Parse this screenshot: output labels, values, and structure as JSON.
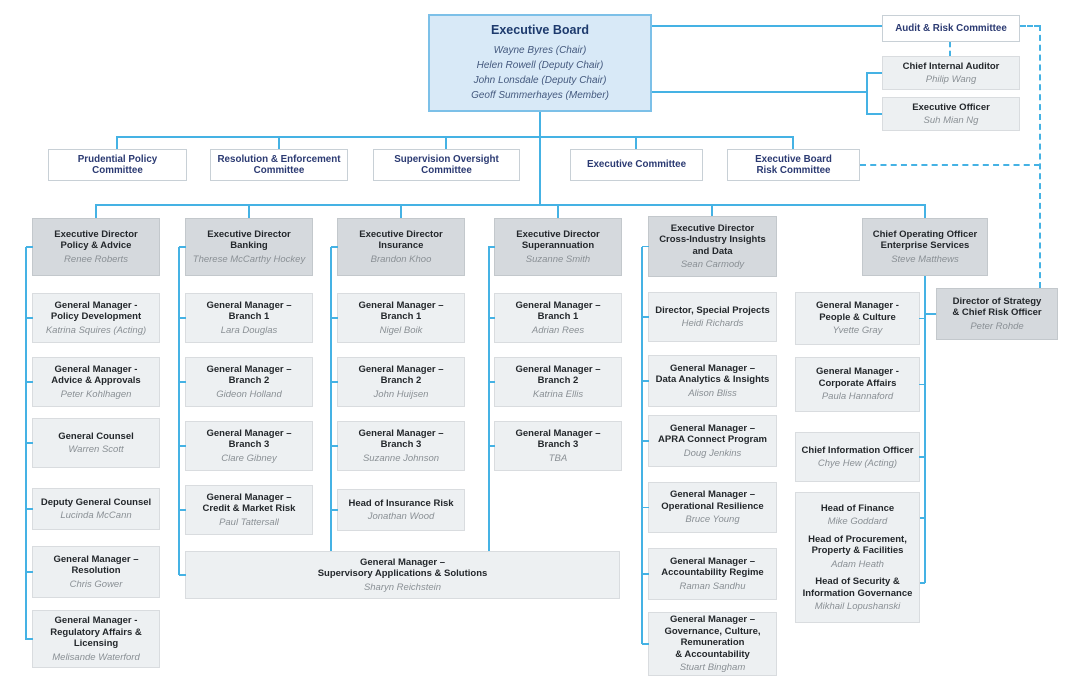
{
  "colors": {
    "line_blue": "#45b2e4",
    "board_bg": "#d8e9f7",
    "board_border": "#7cc0e8",
    "committee_text": "#2b3a72",
    "director_bg": "#d5d9dd",
    "node_bg": "#edf0f2",
    "title_text": "#23272b",
    "name_text": "#8a9095"
  },
  "board": {
    "title": "Executive Board",
    "members": "Wayne Byres (Chair)\nHelen Rowell (Deputy Chair)\nJohn Lonsdale (Deputy Chair)\nGeoff Summerhayes (Member)"
  },
  "audit": {
    "committee": "Audit & Risk Committee",
    "staff": [
      {
        "title": "Chief Internal Auditor",
        "name": "Philip Wang"
      },
      {
        "title": "Executive Officer",
        "name": "Suh Mian Ng"
      }
    ]
  },
  "committees": [
    {
      "label": "Prudential Policy\nCommittee"
    },
    {
      "label": "Resolution & Enforcement\nCommittee"
    },
    {
      "label": "Supervision Oversight\nCommittee"
    },
    {
      "label": "Executive Committee"
    },
    {
      "label": "Executive Board\nRisk Committee"
    }
  ],
  "columns": [
    {
      "director": {
        "title": "Executive Director\nPolicy & Advice",
        "name": "Renee Roberts"
      },
      "reports": [
        {
          "title": "General Manager -\nPolicy Development",
          "name": "Katrina Squires (Acting)"
        },
        {
          "title": "General Manager -\nAdvice & Approvals",
          "name": "Peter Kohlhagen"
        },
        {
          "title": "General Counsel",
          "name": "Warren Scott"
        },
        {
          "title": "Deputy General Counsel",
          "name": "Lucinda McCann"
        },
        {
          "title": "General Manager –\nResolution",
          "name": "Chris Gower"
        },
        {
          "title": "General Manager -\nRegulatory Affairs &\nLicensing",
          "name": "Melisande Waterford"
        }
      ]
    },
    {
      "director": {
        "title": "Executive Director\nBanking",
        "name": "Therese McCarthy Hockey"
      },
      "reports": [
        {
          "title": "General Manager –\nBranch 1",
          "name": "Lara Douglas"
        },
        {
          "title": "General Manager –\nBranch 2",
          "name": "Gideon Holland"
        },
        {
          "title": "General Manager –\nBranch 3",
          "name": "Clare Gibney"
        },
        {
          "title": "General Manager –\nCredit & Market Risk",
          "name": "Paul Tattersall"
        }
      ]
    },
    {
      "director": {
        "title": "Executive Director\nInsurance",
        "name": "Brandon Khoo"
      },
      "reports": [
        {
          "title": "General Manager –\nBranch 1",
          "name": "Nigel Boik"
        },
        {
          "title": "General Manager –\nBranch 2",
          "name": "John Huijsen"
        },
        {
          "title": "General Manager –\nBranch 3",
          "name": "Suzanne Johnson"
        },
        {
          "title": "Head of Insurance Risk",
          "name": "Jonathan Wood"
        }
      ]
    },
    {
      "director": {
        "title": "Executive Director\nSuperannuation",
        "name": "Suzanne Smith"
      },
      "reports": [
        {
          "title": "General Manager –\nBranch 1",
          "name": "Adrian Rees"
        },
        {
          "title": "General Manager –\nBranch 2",
          "name": "Katrina Ellis"
        },
        {
          "title": "General Manager –\nBranch 3",
          "name": "TBA"
        }
      ]
    },
    {
      "director": {
        "title": "Executive Director\nCross-Industry Insights\nand Data",
        "name": "Sean Carmody"
      },
      "reports": [
        {
          "title": "Director, Special Projects",
          "name": "Heidi Richards"
        },
        {
          "title": "General Manager –\nData Analytics & Insights",
          "name": "Alison Bliss"
        },
        {
          "title": "General Manager –\nAPRA Connect Program",
          "name": "Doug Jenkins"
        },
        {
          "title": "General Manager –\nOperational Resilience",
          "name": "Bruce Young"
        },
        {
          "title": "General Manager –\nAccountability Regime",
          "name": "Raman Sandhu"
        },
        {
          "title": "General Manager –\nGovernance, Culture,\nRemuneration\n& Accountability",
          "name": "Stuart Bingham"
        }
      ]
    },
    {
      "director": {
        "title": "Chief Operating Officer\nEnterprise Services",
        "name": "Steve Matthews"
      },
      "reports": [
        {
          "title": "General Manager -\nPeople & Culture",
          "name": "Yvette Gray"
        },
        {
          "title": "General Manager -\nCorporate Affairs",
          "name": "Paula Hannaford"
        },
        {
          "title": "Chief Information Officer",
          "name": "Chye Hew (Acting)"
        }
      ]
    }
  ],
  "shared_node": {
    "title": "General Manager –\nSupervisory Applications & Solutions",
    "name": "Sharyn Reichstein"
  },
  "strategy_node": {
    "title": "Director of Strategy\n& Chief Risk Officer",
    "name": "Peter Rohde"
  },
  "heads_node": [
    {
      "title": "Head of Finance",
      "name": "Mike Goddard"
    },
    {
      "title": "Head of Procurement,\nProperty & Facilities",
      "name": "Adam Heath"
    },
    {
      "title": "Head of Security &\nInformation Governance",
      "name": "Mikhail Lopushanski"
    }
  ]
}
